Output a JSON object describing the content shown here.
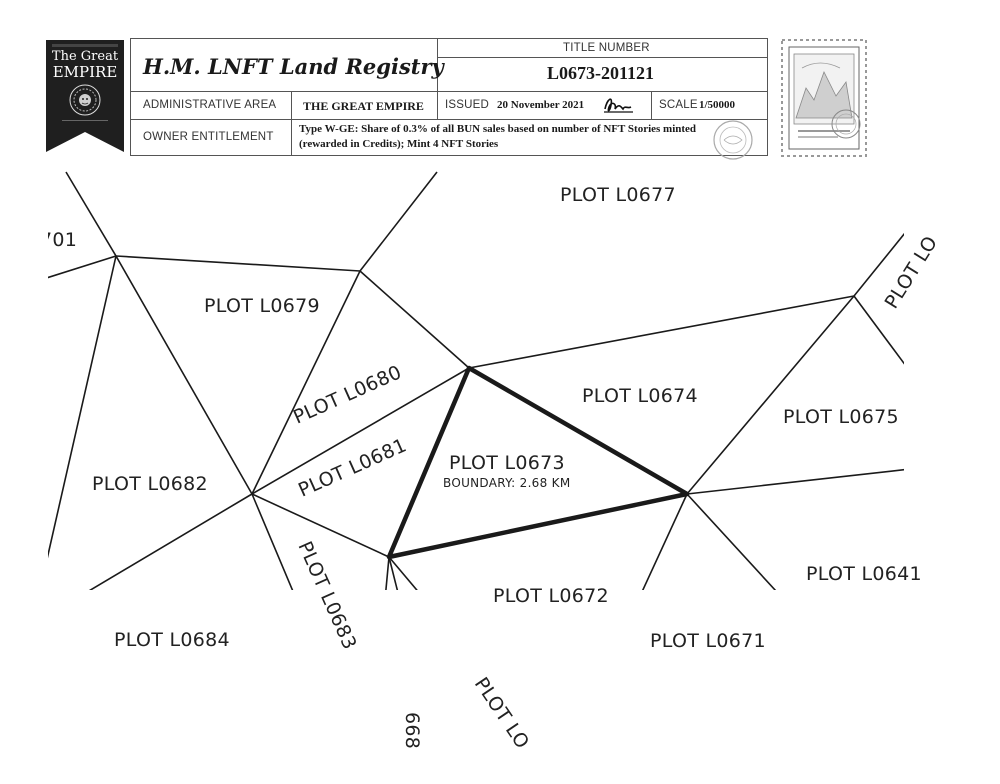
{
  "header": {
    "logo": {
      "line1": "The Great",
      "line2": "EMPIRE",
      "emblem": "lion-crest-icon"
    },
    "registry_title": "H.M. LNFT Land Registry",
    "title_number_label": "TITLE NUMBER",
    "title_number": "L0673-201121",
    "admin_area_label": "ADMINISTRATIVE AREA",
    "admin_area": "THE GREAT EMPIRE",
    "issued_label": "ISSUED",
    "issued": "20 November 2021",
    "scale_label": "SCALE",
    "scale": "1/50000",
    "owner_label": "OWNER ENTITLEMENT",
    "owner_line1": "Type W-GE: Share of 0.3% of all BUN sales based on number of NFT Stories minted",
    "owner_line2": "(rewarded in Credits); Mint 4 NFT Stories",
    "signature_icon": "signature-icon",
    "stamp_icon": "postage-stamp-icon",
    "seal_icon": "round-seal-icon"
  },
  "map": {
    "plots": {
      "p0701": "701",
      "p0677": "PLOT L0677",
      "p0679": "PLOT L0679",
      "p0680": "PLOT L0680",
      "p0681": "PLOT L0681",
      "p0673": "PLOT L0673",
      "boundary": "BOUNDARY: 2.68 KM",
      "p0674": "PLOT L0674",
      "p0675": "PLOT L0675",
      "p0682": "PLOT L0682",
      "p0683": "PLOT L0683",
      "p0672": "PLOT L0672",
      "p0671": "PLOT L0671",
      "p0641": "PLOT L0641",
      "p0684": "PLOT L0684",
      "p0676": "PLOT LO",
      "p0670": "PLOT LO",
      "p0668": "668"
    }
  },
  "colors": {
    "ink": "#1a1a1a",
    "banner": "#1f1f1f",
    "paper": "#ffffff"
  }
}
